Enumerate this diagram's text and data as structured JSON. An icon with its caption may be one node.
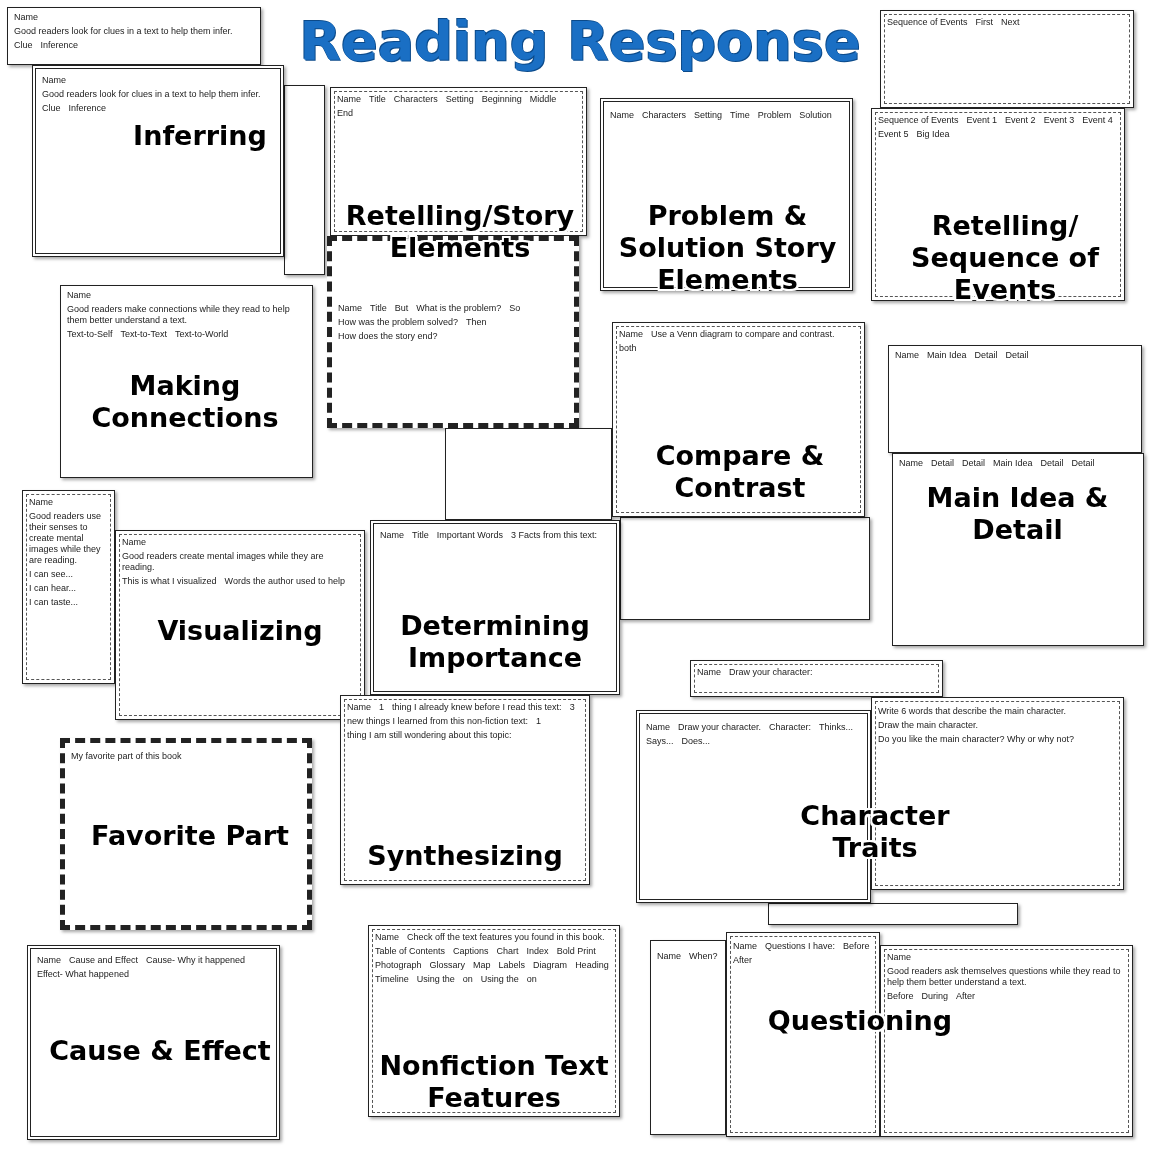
{
  "diagram": {
    "title": "Reading Response",
    "nodes": [
      {
        "text": [
          "Name",
          "Good readers look for clues in a text to help them infer.",
          "Clue",
          "Inference"
        ]
      },
      {
        "text": [],
        "shape": "box"
      },
      {
        "text": [
          "Name",
          "Good readers look for clues in a text to help them infer.",
          "Clue",
          "Inference"
        ]
      },
      {
        "text": [
          "Name",
          "Title",
          "Characters",
          "Setting",
          "Beginning",
          "Middle",
          "End"
        ]
      },
      {
        "text": [
          "Name",
          "Title",
          "But",
          "What is the problem?",
          "So",
          "How was the problem solved?",
          "Then",
          "How does the story end?"
        ]
      },
      {
        "text": [
          "Name",
          "Characters",
          "Setting",
          "Time",
          "Problem",
          "Solution"
        ]
      },
      {
        "text": [
          "Sequence of Events",
          "First",
          "Next"
        ]
      },
      {
        "text": [
          "Sequence of Events",
          "Event 1",
          "Event 2",
          "Event 3",
          "Event 4",
          "Event 5",
          "Big Idea"
        ]
      },
      {
        "text": [
          "Name",
          "Good readers make connections while they read to help them better understand a text.",
          "Text-to-Self",
          "Text-to-Text",
          "Text-to-World"
        ]
      },
      {
        "text": [],
        "shape": "box"
      },
      {
        "text": [],
        "shape": "box"
      },
      {
        "text": [
          "Name",
          "Use a Venn diagram to compare and contrast.",
          "both"
        ]
      },
      {
        "text": [
          "Name",
          "Main Idea",
          "Detail",
          "Detail"
        ]
      },
      {
        "text": [
          "Name",
          "Detail",
          "Detail",
          "Main Idea",
          "Detail",
          "Detail"
        ]
      },
      {
        "text": [
          "Name",
          "Good readers use their senses to create mental images while they are reading.",
          "I can see...",
          "I can hear...",
          "I can taste..."
        ]
      },
      {
        "text": [
          "Name",
          "Good readers create mental images while they are reading.",
          "This is what I visualized",
          "Words the author used to help"
        ]
      },
      {
        "text": [
          "Name",
          "Title",
          "Important Words",
          "3 Facts from this text:"
        ]
      },
      {
        "text": [
          "My favorite part of this book"
        ]
      },
      {
        "text": [
          "Name",
          "1",
          "thing I already knew before I read this text:",
          "3",
          "new things I learned from this non-fiction text:",
          "1",
          "thing I am still wondering about this topic:"
        ]
      },
      {
        "text": [
          "Name",
          "Draw your character:"
        ]
      },
      {
        "text": [],
        "shape": "box"
      },
      {
        "text": [
          "Name",
          "Draw your character.",
          "Character:",
          "Thinks...",
          "Says...",
          "Does..."
        ]
      },
      {
        "text": [
          "Write 6 words that describe the main character.",
          "Draw the main character.",
          "Do you like the main character? Why or why not?"
        ]
      },
      {
        "text": [
          "Name",
          "Cause and Effect",
          "Cause- Why it happened",
          "Effect- What happened"
        ]
      },
      {
        "text": [
          "Name",
          "Check off the text features you found in this book.",
          "Table of Contents",
          "Captions",
          "Chart",
          "Index",
          "Bold Print",
          "Photograph",
          "Glossary",
          "Map",
          "Labels",
          "Diagram",
          "Heading",
          "Timeline",
          "Using the",
          "on",
          "Using the",
          "on"
        ]
      },
      {
        "text": [
          "Name",
          "When?"
        ]
      },
      {
        "text": [
          "Name",
          "Questions I have:",
          "Before",
          "After"
        ]
      },
      {
        "text": [
          "Name",
          "Good readers ask themselves questions while they read to help them better understand a text.",
          "Before",
          "During",
          "After"
        ]
      }
    ],
    "labels": [
      "Inferring",
      "Retelling/Story Elements",
      "Problem & Solution Story Elements",
      "Retelling/ Sequence of Events",
      "Making Connections",
      "Compare & Contrast",
      "Main Idea & Detail",
      "Visualizing",
      "Determining Importance",
      "Character Traits",
      "Favorite Part",
      "Synthesizing",
      "Cause & Effect",
      "Nonfiction Text Features",
      "Questioning"
    ]
  }
}
